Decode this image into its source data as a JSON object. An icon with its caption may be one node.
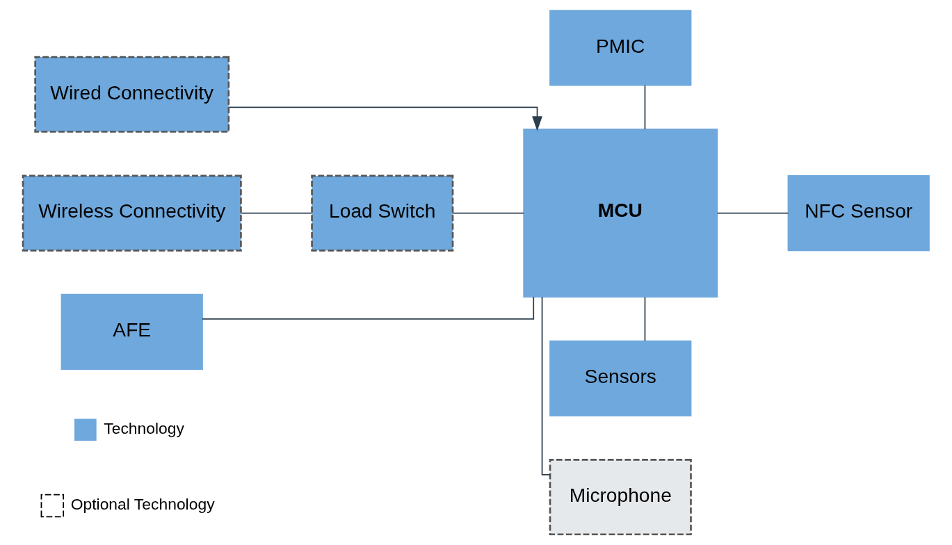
{
  "diagram": {
    "nodes": [
      {
        "text": [
          "Wired Connectivity"
        ]
      },
      {
        "text": [
          "PMIC"
        ]
      },
      {
        "text": [
          "Wireless Connectivity"
        ]
      },
      {
        "text": [
          "Load Switch"
        ]
      },
      {
        "text": [
          "MCU"
        ]
      },
      {
        "text": [
          "NFC Sensor"
        ]
      },
      {
        "text": [
          "AFE"
        ]
      },
      {
        "text": [
          "Sensors"
        ]
      },
      {
        "text": [
          "Microphone"
        ]
      }
    ],
    "edges": [
      {
        "from": 0,
        "to": 4,
        "arrow": "to"
      },
      {
        "from": 1,
        "to": 4,
        "arrow": "none"
      },
      {
        "from": 2,
        "to": 3,
        "arrow": "none"
      },
      {
        "from": 3,
        "to": 4,
        "arrow": "none"
      },
      {
        "from": 4,
        "to": 5,
        "arrow": "none"
      },
      {
        "from": 6,
        "to": 4,
        "arrow": "none"
      },
      {
        "from": 4,
        "to": 7,
        "arrow": "none"
      },
      {
        "from": 4,
        "to": 8,
        "arrow": "none"
      }
    ],
    "legend": [
      {
        "text": "Technology",
        "color": "#6fa8dc"
      },
      {
        "text": "Optional Technology"
      }
    ]
  }
}
